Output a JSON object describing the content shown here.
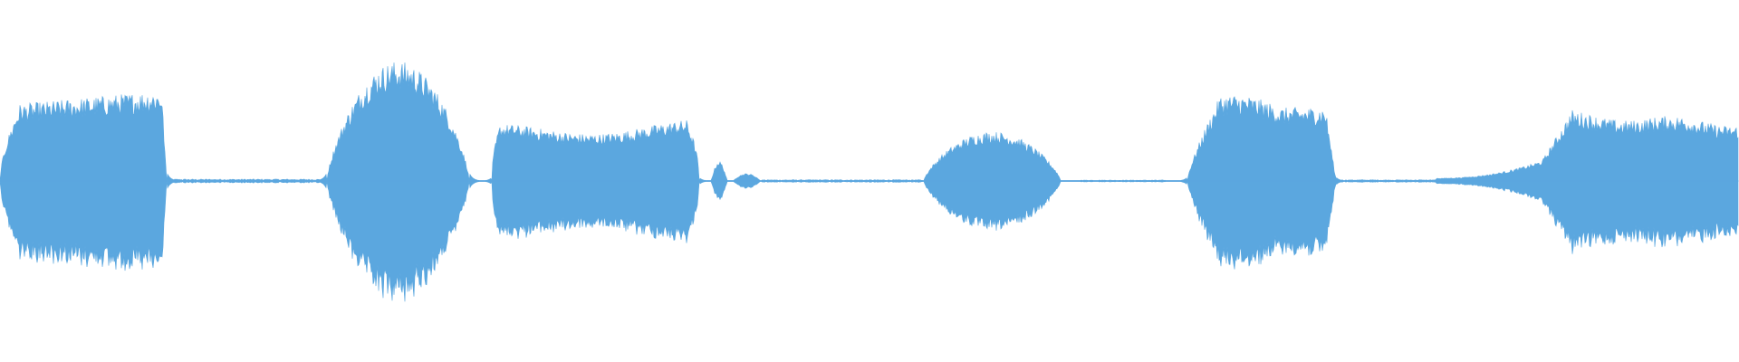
{
  "waveform": {
    "color": "#5ba7df",
    "background": "#ffffff",
    "segments": [
      {
        "name": "segment-1",
        "start": 0.0,
        "end": 0.096,
        "peak": 0.74,
        "shape": "plateau-rise",
        "tail": 0.22
      },
      {
        "name": "segment-2",
        "start": 0.188,
        "end": 0.27,
        "peak": 0.97,
        "shape": "dome",
        "tail": 0.16
      },
      {
        "name": "segment-3",
        "start": 0.283,
        "end": 0.402,
        "peak": 0.5,
        "shape": "plateau-wavy",
        "tail": 0.12
      },
      {
        "name": "segment-4",
        "start": 0.409,
        "end": 0.418,
        "peak": 0.16,
        "shape": "blip",
        "tail": 0.0
      },
      {
        "name": "segment-5",
        "start": 0.422,
        "end": 0.437,
        "peak": 0.06,
        "shape": "dome",
        "tail": 0.0
      },
      {
        "name": "segment-6",
        "start": 0.531,
        "end": 0.61,
        "peak": 0.4,
        "shape": "dome",
        "tail": 0.0
      },
      {
        "name": "segment-7",
        "start": 0.683,
        "end": 0.768,
        "peak": 0.7,
        "shape": "plateau-fall",
        "tail": 0.1
      },
      {
        "name": "segment-8",
        "start": 0.826,
        "end": 1.0,
        "peak": 0.58,
        "shape": "ramp-plateau",
        "tail": 0.0
      }
    ],
    "noise_floor": [
      {
        "start": 0.097,
        "end": 0.186,
        "level": 0.012
      },
      {
        "start": 0.438,
        "end": 0.53,
        "level": 0.008
      },
      {
        "start": 0.622,
        "end": 0.67,
        "level": 0.006
      },
      {
        "start": 0.77,
        "end": 0.826,
        "level": 0.008
      }
    ]
  }
}
